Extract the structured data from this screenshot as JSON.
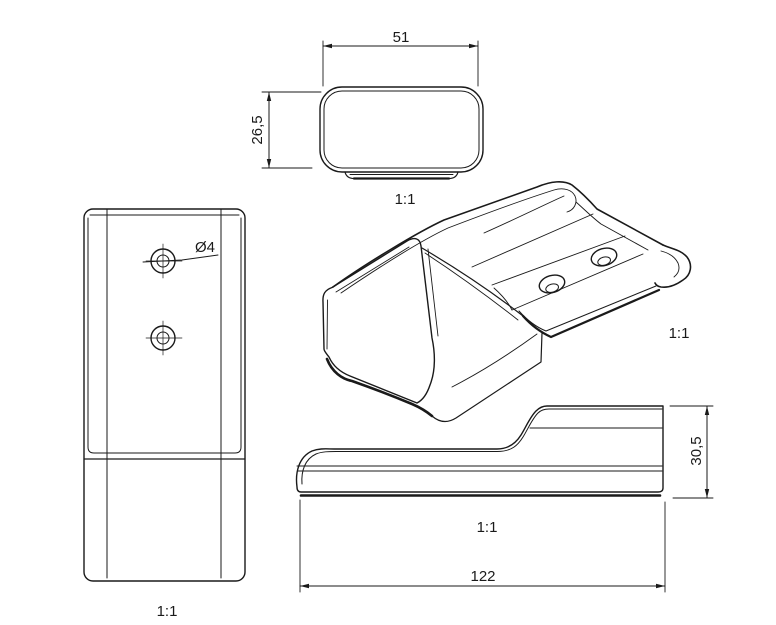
{
  "drawing": {
    "type": "technical-drawing",
    "part": "wall-hook-bracket",
    "dimensions": {
      "top_width": "51",
      "top_height": "26,5",
      "hole_diameter": "Ø4",
      "side_height": "30,5",
      "side_length": "122"
    },
    "scale_labels": {
      "top_view": "1:1",
      "front_view": "1:1",
      "iso_view": "1:1",
      "side_view": "1:1"
    },
    "colors": {
      "line": "#1a1a1a",
      "background": "#ffffff"
    }
  }
}
